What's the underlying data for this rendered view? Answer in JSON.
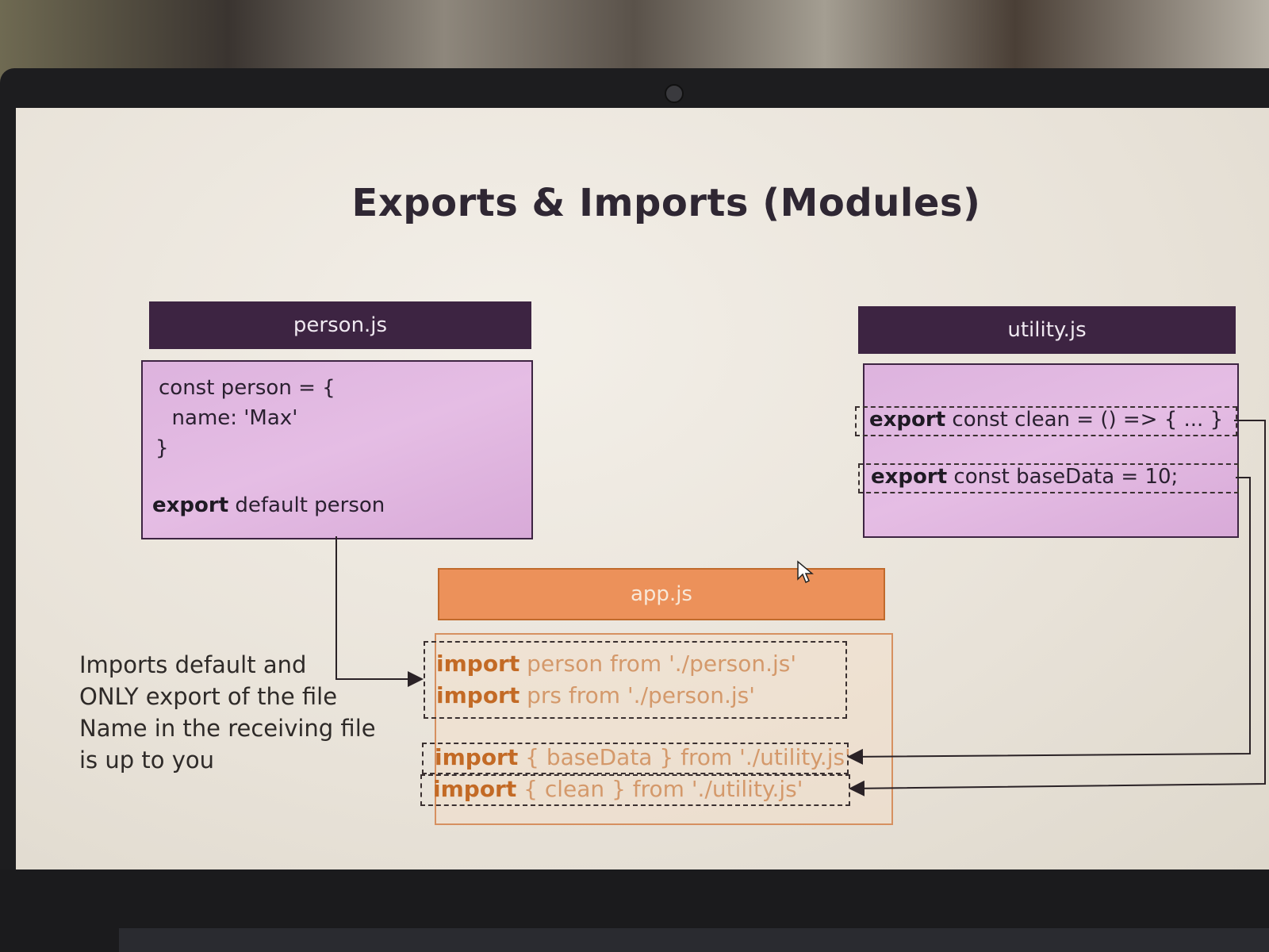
{
  "title": "Exports & Imports (Modules)",
  "person_file": {
    "name": "person.js",
    "lines": {
      "l1": "const person = {",
      "l2": "  name: 'Max'",
      "l3": "}",
      "export_kw": "export",
      "export_rest": " default person"
    }
  },
  "utility_file": {
    "name": "utility.js",
    "exports": [
      {
        "kw": "export",
        "rest": " const clean = () => { ... }"
      },
      {
        "kw": "export",
        "rest": " const baseData = 10;"
      }
    ]
  },
  "app_file": {
    "name": "app.js",
    "imports": [
      {
        "kw": "import",
        "rest": " person from './person.js'"
      },
      {
        "kw": "import",
        "rest": " prs from './person.js'"
      },
      {
        "kw": "import",
        "rest": " { baseData } from './utility.js'"
      },
      {
        "kw": "import",
        "rest": " { clean } from './utility.js'"
      }
    ]
  },
  "note": {
    "lines": [
      "Imports default and",
      "ONLY export of the file",
      "Name in the receiving file",
      "is up to you"
    ]
  },
  "colors": {
    "file_header": "#3d2442",
    "file_body": "#e0b6e0",
    "app_header": "#ec915a",
    "app_keyword": "#c36a25",
    "screen": "#ebe6dd"
  }
}
